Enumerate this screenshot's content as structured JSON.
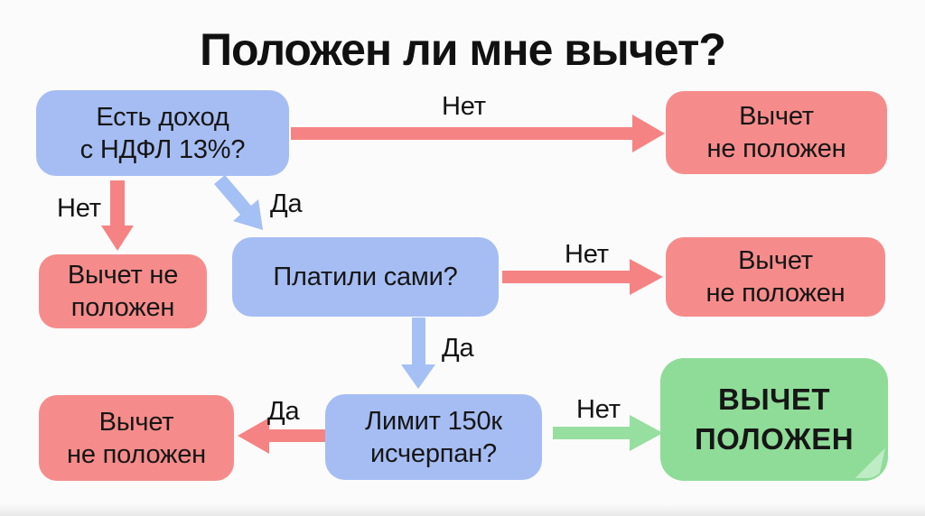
{
  "title": "Положен ли мне вычет?",
  "colors": {
    "background": "#fbfbfb",
    "text": "#151515",
    "blue_box": "#a6bdf3",
    "red_box": "#f58c8b",
    "green_box": "#8fdc98",
    "red_arrow": "#f58383",
    "blue_arrow": "#a4c0f4",
    "green_arrow": "#97dfa0"
  },
  "nodes": {
    "income_question": "Есть доход\nс НДФЛ 13%?",
    "rejected_top": "Вычет\nне положен",
    "rejected_left": "Вычет не\nположен",
    "paid_question": "Платили сами?",
    "rejected_mid": "Вычет\nне положен",
    "rejected_bottom": "Вычет\nне положен",
    "limit_question": "Лимит 150к\nисчерпан?",
    "granted": "ВЫЧЕТ\nПОЛОЖЕН"
  },
  "edges": {
    "income_no_right": "Нет",
    "income_no_down": "Нет",
    "income_yes": "Да",
    "paid_no": "Нет",
    "paid_yes": "Да",
    "limit_yes": "Да",
    "limit_no": "Нет"
  }
}
